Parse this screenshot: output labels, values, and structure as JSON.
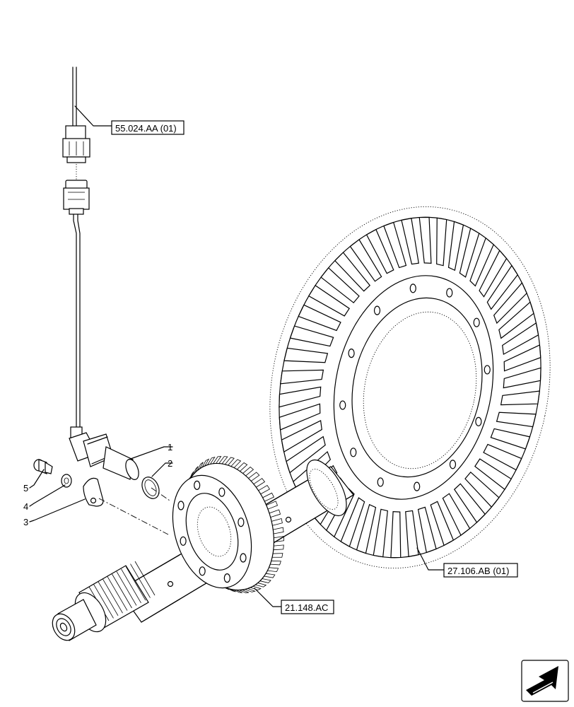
{
  "references": {
    "sensor_harness": "55.024.AA (01)",
    "ring_gear": "27.106.AB (01)",
    "shaft_gear": "21.148.AC"
  },
  "callouts": {
    "item1": "1",
    "item2": "2",
    "item3": "3",
    "item4": "4",
    "item5": "5"
  },
  "icons": {
    "navigation": "next-page-arrow-icon"
  }
}
